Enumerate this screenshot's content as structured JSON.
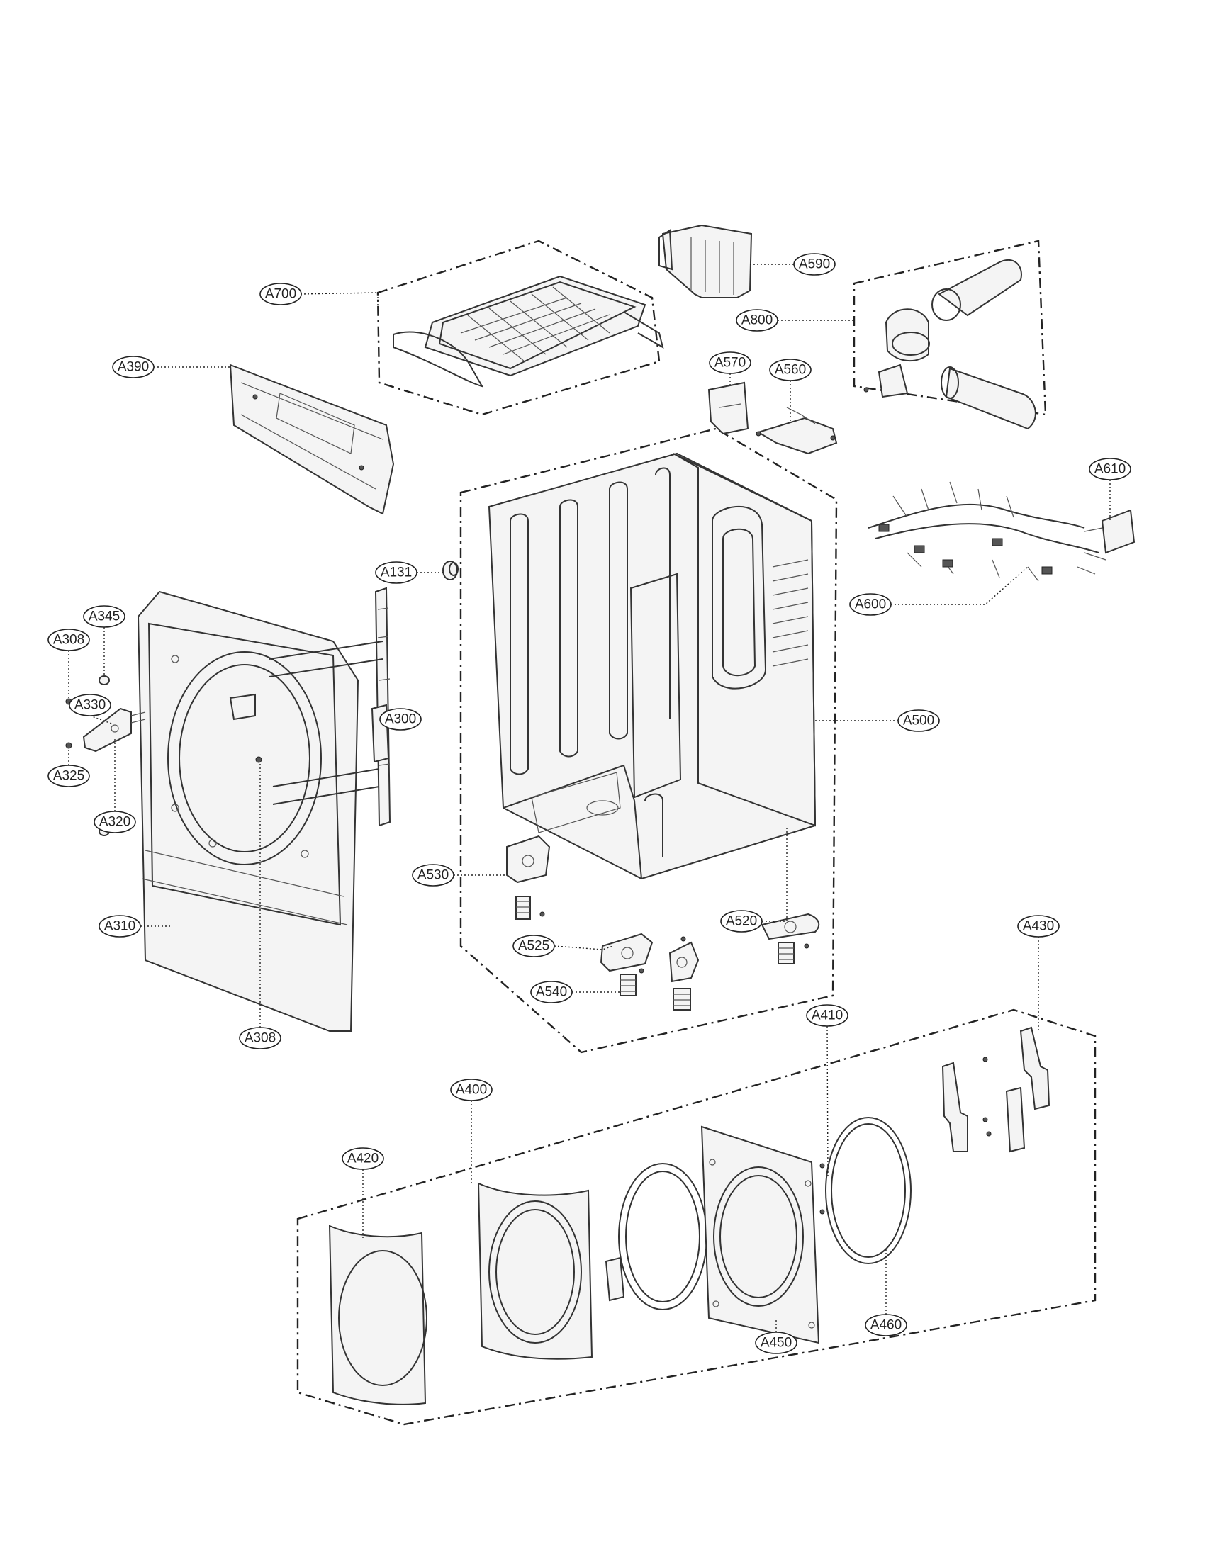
{
  "labels": {
    "A700": "A700",
    "A590": "A590",
    "A800": "A800",
    "A390": "A390",
    "A570": "A570",
    "A560": "A560",
    "A610": "A610",
    "A131": "A131",
    "A600": "A600",
    "A345": "A345",
    "A308_top": "A308",
    "A330": "A330",
    "A300": "A300",
    "A500": "A500",
    "A325": "A325",
    "A320": "A320",
    "A530": "A530",
    "A310": "A310",
    "A520": "A520",
    "A525": "A525",
    "A430": "A430",
    "A540": "A540",
    "A308_bottom": "A308",
    "A410": "A410",
    "A400": "A400",
    "A420": "A420",
    "A460": "A460",
    "A450": "A450"
  }
}
